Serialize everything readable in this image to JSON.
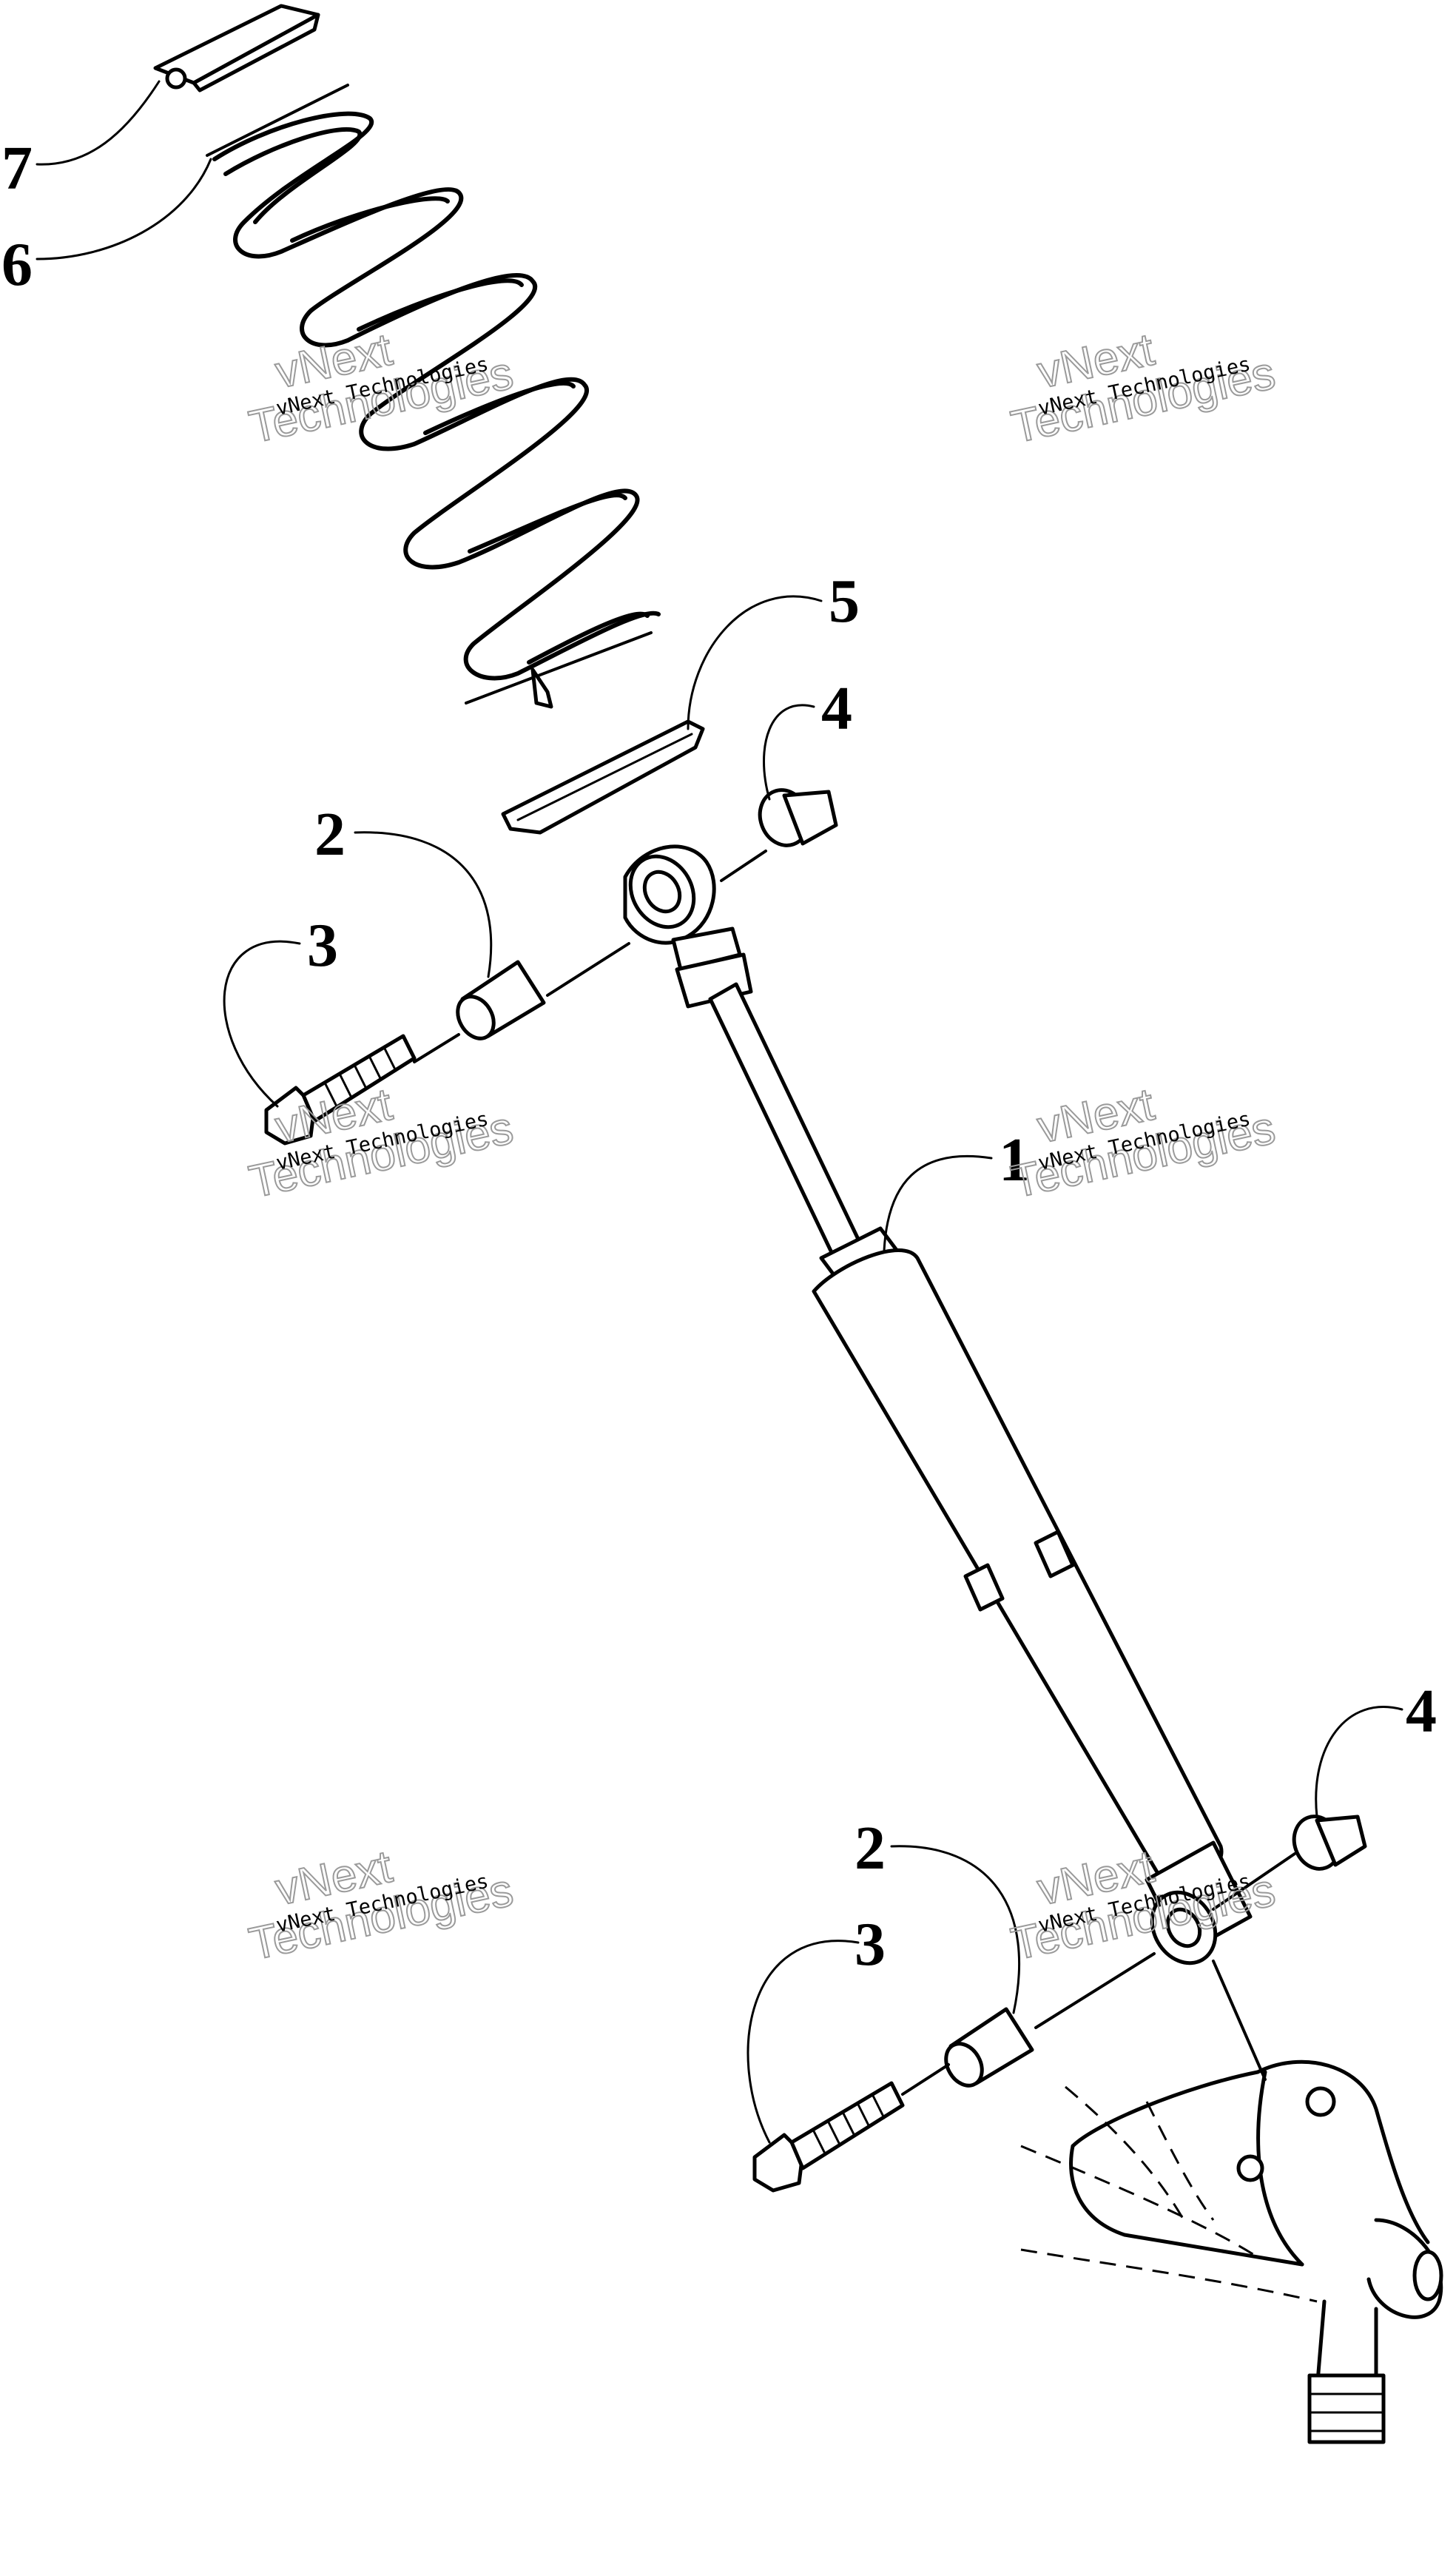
{
  "callouts": [
    {
      "label": "7"
    },
    {
      "label": "6"
    },
    {
      "label": "5"
    },
    {
      "label": "4"
    },
    {
      "label": "2"
    },
    {
      "label": "3"
    },
    {
      "label": "1"
    },
    {
      "label": "4"
    },
    {
      "label": "2"
    },
    {
      "label": "3"
    }
  ],
  "watermarks": [
    {
      "small": "vNext Technologies",
      "big_top": "vNext",
      "big_bottom": "Technologies"
    },
    {
      "small": "vNext Technologies",
      "big_top": "vNext",
      "big_bottom": "Technologies"
    },
    {
      "small": "vNext Technologies",
      "big_top": "vNext",
      "big_bottom": "Technologies"
    },
    {
      "small": "vNext Technologies",
      "big_top": "vNext",
      "big_bottom": "Technologies"
    },
    {
      "small": "vNext Technologies",
      "big_top": "vNext",
      "big_bottom": "Technologies"
    },
    {
      "small": "vNext Technologies",
      "big_top": "vNext",
      "big_bottom": "Technologies"
    }
  ]
}
